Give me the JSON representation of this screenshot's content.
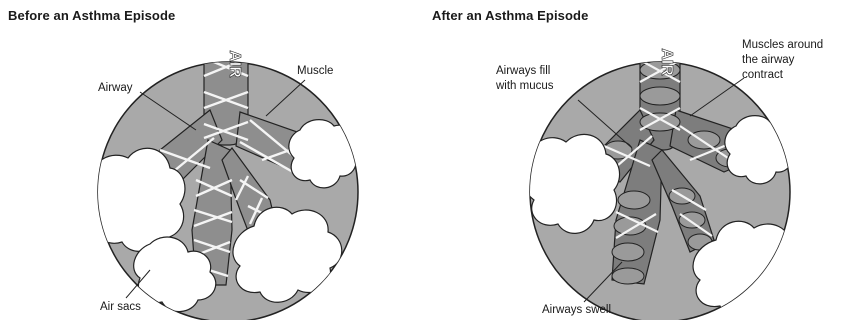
{
  "panels": {
    "before": {
      "title": "Before an Asthma Episode",
      "labels": {
        "airway": "Airway",
        "muscle": "Muscle",
        "air_sacs": "Air sacs"
      },
      "trachea_text": "AIR"
    },
    "after": {
      "title": "After an Asthma Episode",
      "labels": {
        "fill_line1": "Airways fill",
        "fill_line2": "with mucus",
        "contract_line1": "Muscles around",
        "contract_line2": "the airway",
        "contract_line3": "contract",
        "swell": "Airways swell"
      },
      "trachea_text": "AIR"
    }
  },
  "colors": {
    "disc": "#a9a9a9",
    "airway": "#8e8e8e",
    "airway_dark": "#6f6f6f",
    "band": "#f4f4f4",
    "sac": "#ffffff",
    "outline": "#222222"
  }
}
